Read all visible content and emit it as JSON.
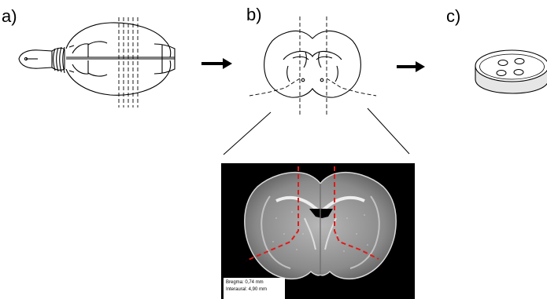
{
  "panels": {
    "a": {
      "label": "a)"
    },
    "b": {
      "label": "b)"
    },
    "c": {
      "label": "c)"
    }
  },
  "micrograph": {
    "bregma": "Bregma: 0,74 mm",
    "interaural": "Interaural: 4,90 mm"
  },
  "colors": {
    "ink": "#000000",
    "cut_line": "#e01b1b",
    "micrograph_background": "#000000"
  },
  "icons": [
    "arrow-right-icon",
    "arrow-right-icon"
  ]
}
